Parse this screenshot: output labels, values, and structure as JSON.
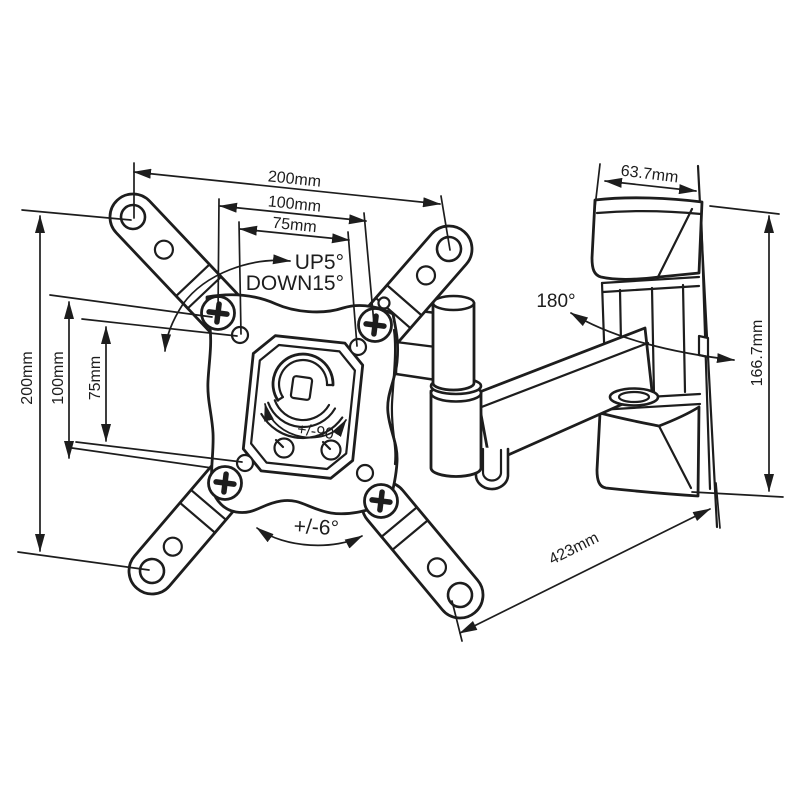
{
  "diagram": {
    "background": "#ffffff",
    "line_color": "#1d1d1d",
    "dimensions": {
      "top_width": "200mm",
      "top_width_mid": "100mm",
      "top_width_inner": "75mm",
      "left_height": "200mm",
      "left_height_mid": "100mm",
      "left_height_inner": "75mm",
      "bracket_width": "63.7mm",
      "bracket_height": "166.7mm",
      "arm_reach": "423mm"
    },
    "angles": {
      "tilt_up": "UP5°",
      "tilt_down": "DOWN15°",
      "swivel": "180°",
      "rotation": "+/-90°",
      "level_adjust": "+/-6°"
    }
  }
}
